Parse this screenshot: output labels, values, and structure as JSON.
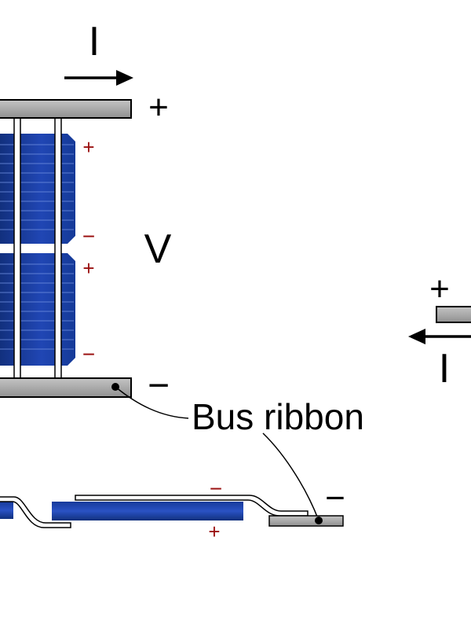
{
  "labels": {
    "current_top": "I",
    "current_right": "I",
    "plus_top": "+",
    "minus_bottom": "−",
    "voltage": "V",
    "plus_right": "+",
    "bus_ribbon": "Bus ribbon",
    "minus_side_view": "−",
    "minus_side_bus": "−",
    "plus_side_view": "+"
  },
  "cell_labels": {
    "cell1_plus": "+",
    "cell1_minus": "−",
    "cell2_plus": "+",
    "cell2_minus": "−"
  },
  "colors": {
    "cell_blue": "#1c3fa0",
    "bus_gray": "#a8a8a8",
    "polarity_red": "#9a1010",
    "text_black": "#000000"
  }
}
